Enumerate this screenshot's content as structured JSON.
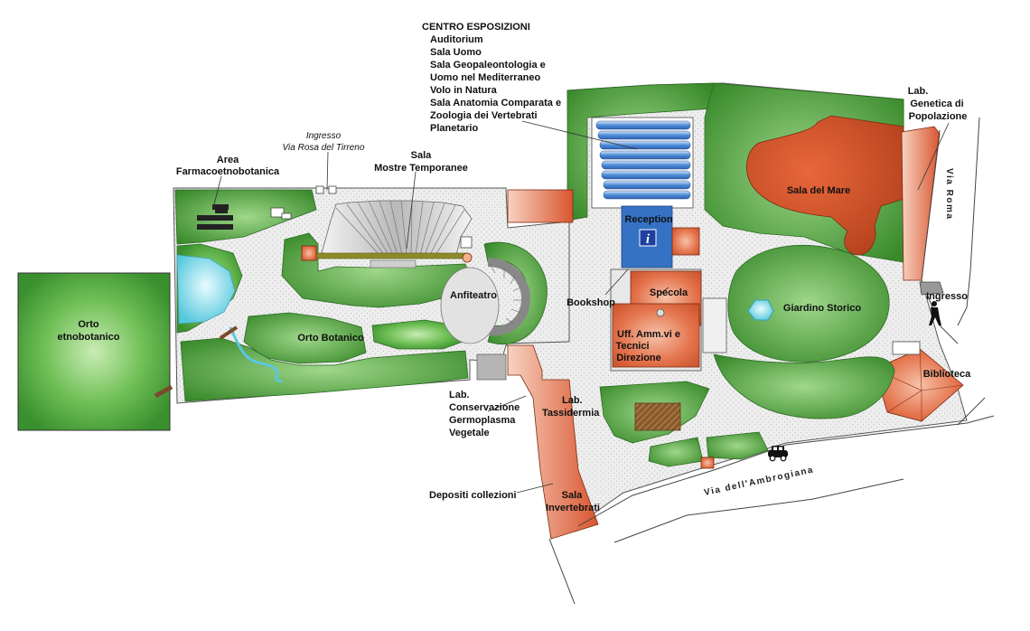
{
  "labels": {
    "centro_title": "CENTRO ESPOSIZIONI",
    "centro_items": [
      "Auditorium",
      "Sala Uomo",
      "Sala Geopaleontologia e",
      "Uomo nel Mediterraneo",
      "Volo in Natura",
      "Sala Anatomia Comparata e",
      "Zoologia dei Vertebrati",
      "Planetario"
    ],
    "ingresso_tirreno_1": "Ingresso",
    "ingresso_tirreno_2": "Via Rosa del Tirreno",
    "area_1": "Area",
    "area_2": "Farmacoetnobotanica",
    "sala_mostre_1": "Sala",
    "sala_mostre_2": "Mostre Temporanee",
    "orto_etno_1": "Orto",
    "orto_etno_2": "etnobotanico",
    "orto_botanico": "Orto Botanico",
    "anfiteatro": "Anfiteatro",
    "reception": "Reception",
    "info_glyph": "i",
    "bookshop": "Bookshop",
    "specola": "Specola",
    "uff_1": "Uff. Amm.vi e",
    "uff_2": "Tecnici",
    "uff_3": "Direzione",
    "giardino": "Giardino Storico",
    "sala_mare": "Sala del Mare",
    "lab_gen_1": "Lab.",
    "lab_gen_2": "Genetica di",
    "lab_gen_3": "Popolazione",
    "via_roma": "Via Roma",
    "ingresso_main": "Ingresso",
    "biblioteca": "Biblioteca",
    "lab_cons_1": "Lab.",
    "lab_cons_2": "Conservazione",
    "lab_cons_3": "Germoplasma",
    "lab_cons_4": "Vegetale",
    "lab_tass_1": "Lab.",
    "lab_tass_2": "Tassidermia",
    "depositi": "Depositi collezioni",
    "sala_inv_1": "Sala",
    "sala_inv_2": "Invertebrati",
    "via_ambrogiana": "Via dell'Ambrogiana"
  },
  "colors": {
    "lawn": "#3f9a32",
    "lawn_light": "#8fcf7a",
    "path": "#e6e6e6",
    "building_red": "#e0603c",
    "building_dark": "#b2441e",
    "reception_blue": "#2f6fc0",
    "water": "#8ee0ee"
  },
  "icons": [
    "info-icon",
    "pedestrian-icon",
    "car-icon"
  ]
}
